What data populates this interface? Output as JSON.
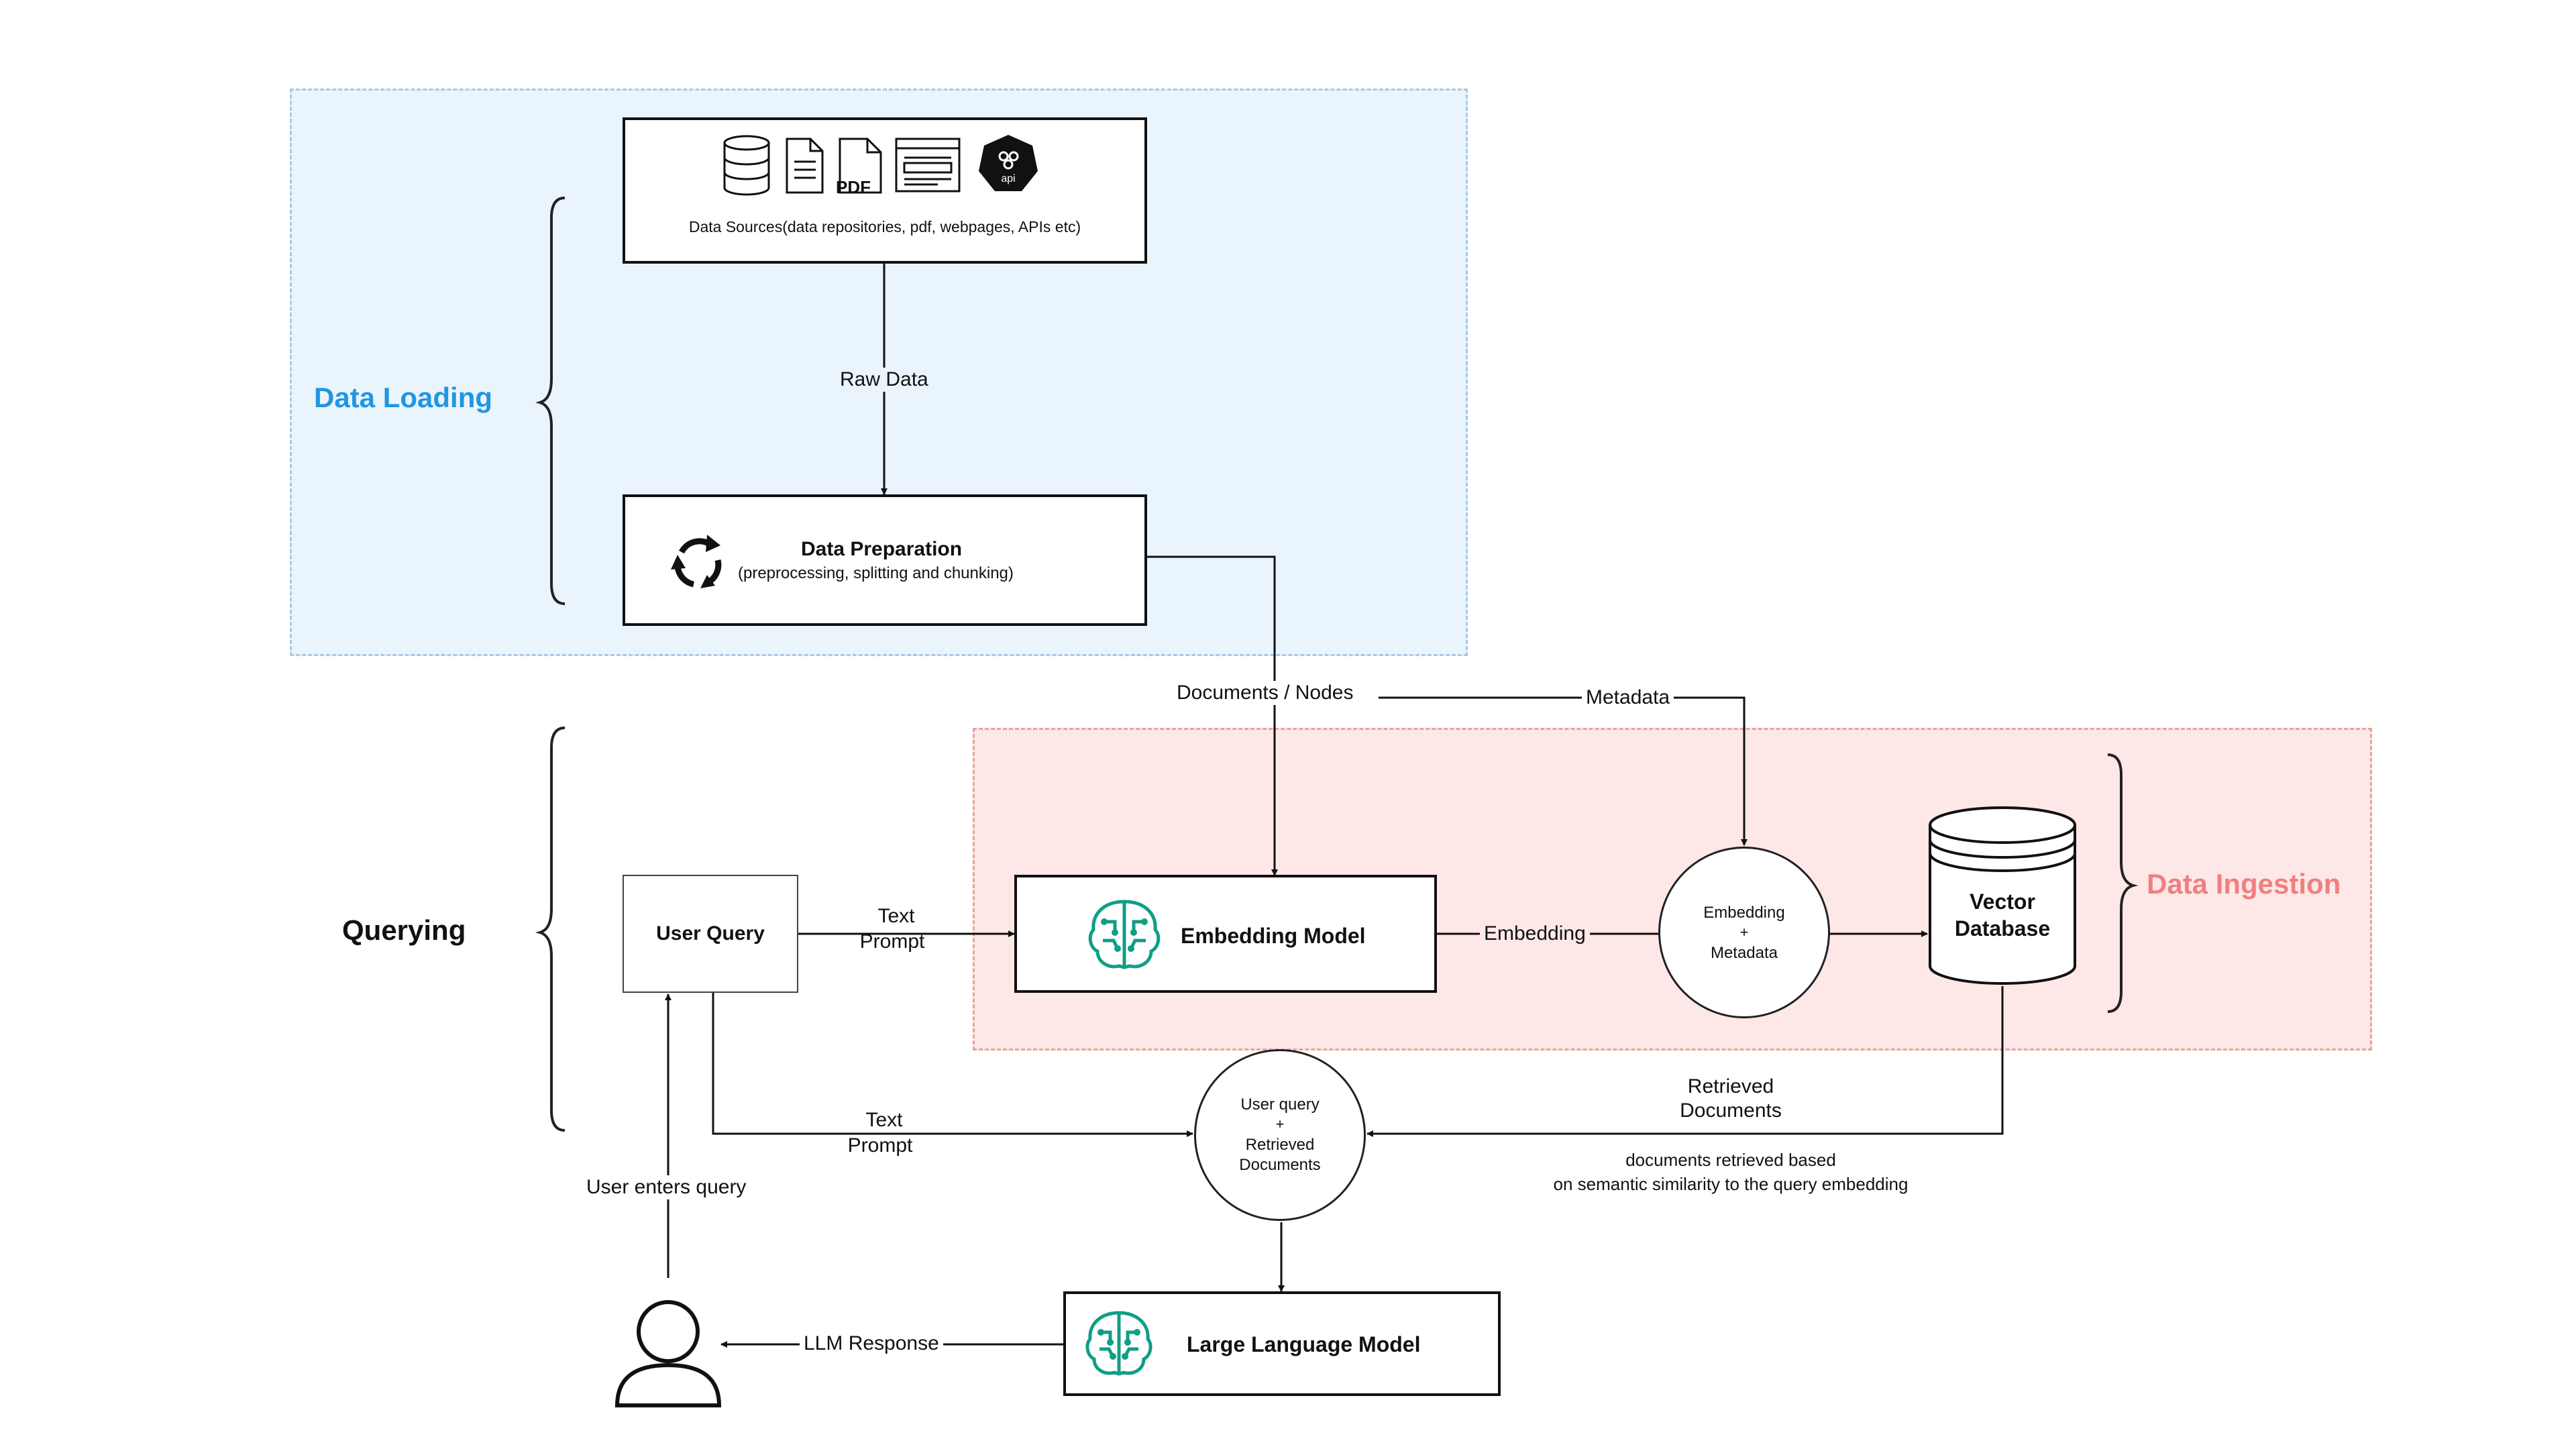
{
  "colors": {
    "data_loading_zone": "#eaf4fd",
    "data_loading_border": "#a8c8e6",
    "data_loading_title": "#2196e0",
    "data_ingestion_zone": "#fde8e7",
    "data_ingestion_border": "#e8a39f",
    "data_ingestion_title": "#f08080",
    "ai_icon": "#0f9e86",
    "line": "#111111"
  },
  "sections": {
    "data_loading": "Data Loading",
    "querying": "Querying",
    "data_ingestion": "Data Ingestion"
  },
  "nodes": {
    "data_sources": {
      "label": "Data Sources(data repositories, pdf, webpages, APIs etc)",
      "icons": [
        "database-icon",
        "document-icon",
        "pdf-icon",
        "webpage-icon",
        "api-icon"
      ],
      "pdf_text": "PDF",
      "api_text": "api"
    },
    "data_preparation": {
      "title": "Data Preparation",
      "subtitle": "(preprocessing, splitting and chunking)",
      "icon": "refresh-cycle-icon"
    },
    "user_query": {
      "label": "User Query"
    },
    "embedding_model": {
      "label": "Embedding Model",
      "icon": "ai-brain-icon"
    },
    "embedding_metadata": {
      "line1": "Embedding",
      "line2": "+",
      "line3": "Metadata"
    },
    "vector_database": {
      "line1": "Vector",
      "line2": "Database",
      "icon": "cylinder-database-icon"
    },
    "query_plus_docs": {
      "line1": "User query",
      "line2": "+",
      "line3": "Retrieved",
      "line4": "Documents"
    },
    "llm": {
      "label": "Large Language Model",
      "icon": "ai-brain-icon"
    },
    "user": {
      "icon": "user-icon"
    }
  },
  "edges": {
    "raw_data": "Raw Data",
    "documents_nodes": "Documents / Nodes",
    "metadata": "Metadata",
    "text_prompt_1": {
      "line1": "Text",
      "line2": "Prompt"
    },
    "embedding": "Embedding",
    "retrieved_documents": {
      "line1": "Retrieved",
      "line2": "Documents"
    },
    "retrieval_note": {
      "line1": "documents retrieved based",
      "line2": "on semantic similarity to the query embedding"
    },
    "text_prompt_2": {
      "line1": "Text",
      "line2": "Prompt"
    },
    "user_enters_query": "User enters query",
    "llm_response": "LLM Response"
  }
}
